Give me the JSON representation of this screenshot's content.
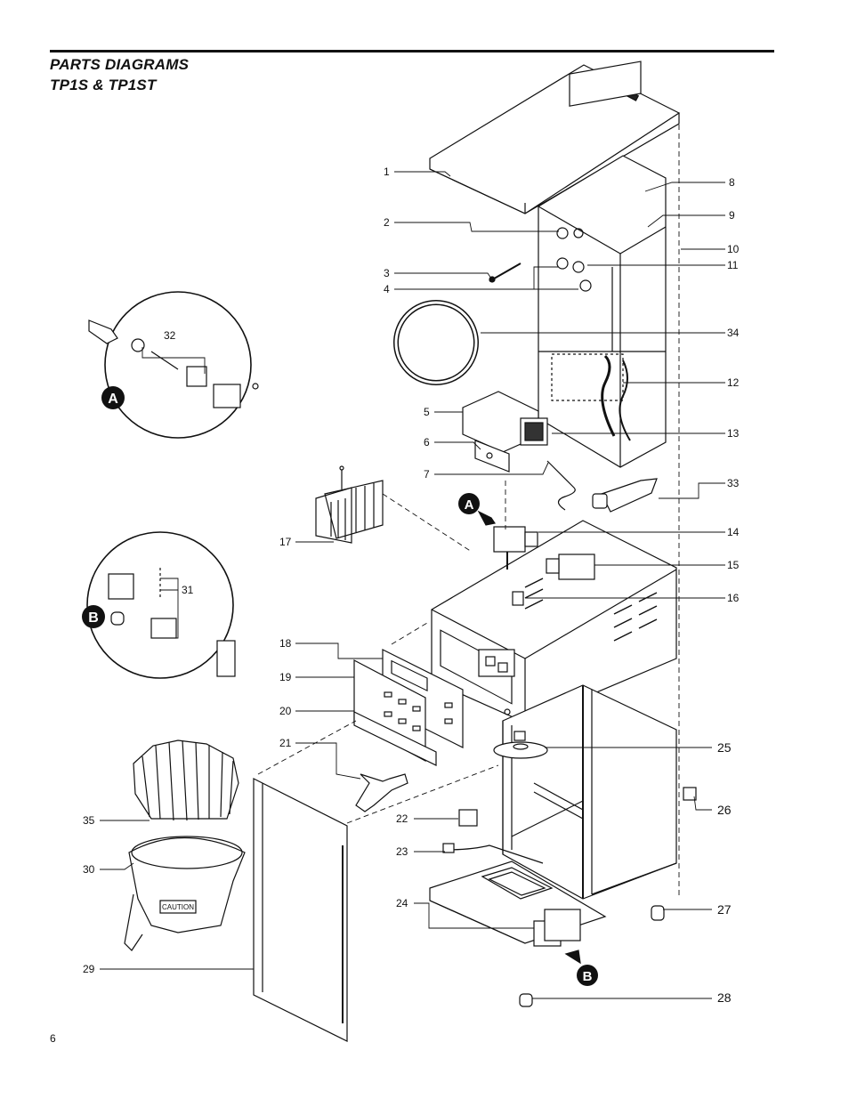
{
  "header": {
    "title": "PARTS DIAGRAMS",
    "subtitle": "TP1S & TP1ST"
  },
  "page_number": "6",
  "callouts": [
    {
      "id": "c1",
      "text": "1"
    },
    {
      "id": "c2",
      "text": "2"
    },
    {
      "id": "c3",
      "text": "3"
    },
    {
      "id": "c4",
      "text": "4"
    },
    {
      "id": "c5",
      "text": "5"
    },
    {
      "id": "c6",
      "text": "6"
    },
    {
      "id": "c7",
      "text": "7"
    },
    {
      "id": "c8",
      "text": "8"
    },
    {
      "id": "c9",
      "text": "9"
    },
    {
      "id": "c10",
      "text": "10"
    },
    {
      "id": "c11",
      "text": "11"
    },
    {
      "id": "c12",
      "text": "12"
    },
    {
      "id": "c13",
      "text": "13"
    },
    {
      "id": "c14",
      "text": "14"
    },
    {
      "id": "c15",
      "text": "15"
    },
    {
      "id": "c16",
      "text": "16"
    },
    {
      "id": "c17",
      "text": "17"
    },
    {
      "id": "c18",
      "text": "18"
    },
    {
      "id": "c19",
      "text": "19"
    },
    {
      "id": "c20",
      "text": "20"
    },
    {
      "id": "c21",
      "text": "21"
    },
    {
      "id": "c22",
      "text": "22"
    },
    {
      "id": "c23",
      "text": "23"
    },
    {
      "id": "c24",
      "text": "24"
    },
    {
      "id": "c25",
      "text": "25"
    },
    {
      "id": "c26",
      "text": "26"
    },
    {
      "id": "c27",
      "text": "27"
    },
    {
      "id": "c28",
      "text": "28"
    },
    {
      "id": "c29",
      "text": "29"
    },
    {
      "id": "c30",
      "text": "30"
    },
    {
      "id": "c31",
      "text": "31"
    },
    {
      "id": "c32",
      "text": "32"
    },
    {
      "id": "c33",
      "text": "33"
    },
    {
      "id": "c34",
      "text": "34"
    },
    {
      "id": "c35",
      "text": "35"
    }
  ],
  "detail_markers": {
    "a": "A",
    "b": "B"
  },
  "funnel_label": "CAUTION"
}
